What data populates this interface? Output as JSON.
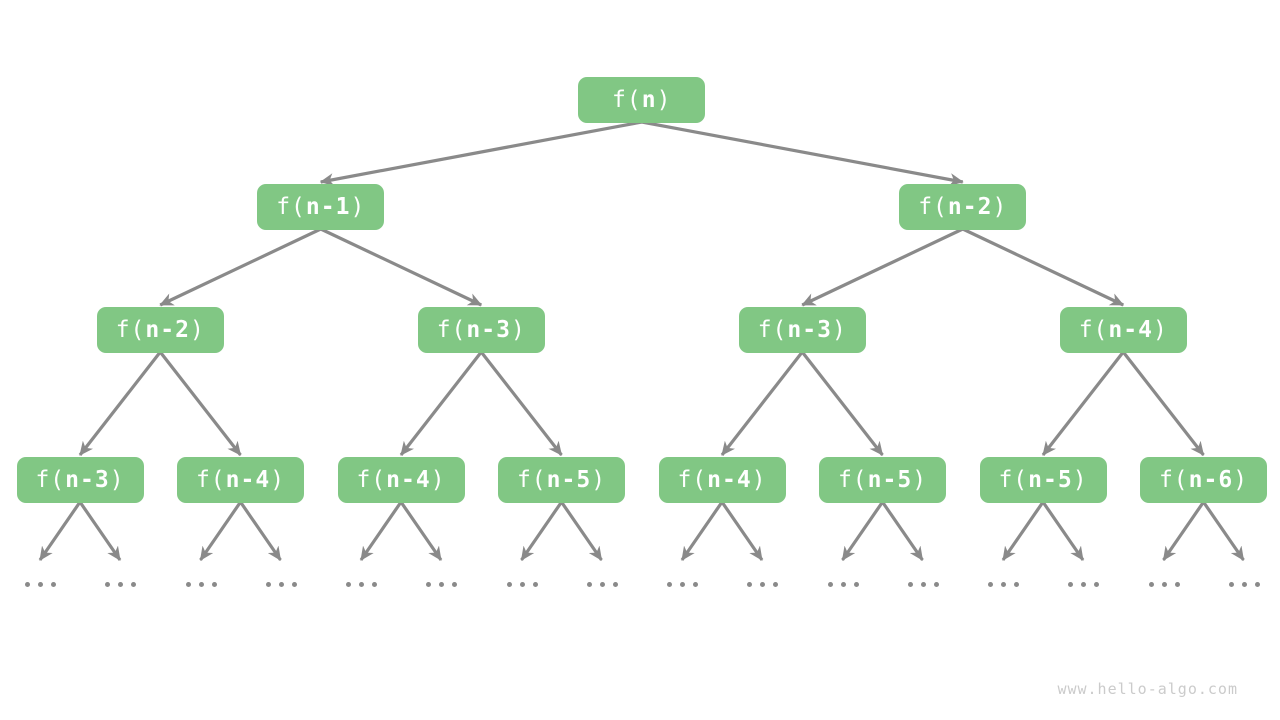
{
  "page": {
    "watermark": "www.hello-algo.com"
  },
  "colors": {
    "node_fill": "#81c784",
    "node_text": "#ffffff",
    "arrow": "#8a8a8a",
    "dots": "#8a8a8a",
    "watermark": "#cbcbcb"
  },
  "tree": {
    "description": "recursion tree of fibonacci-style calls",
    "levels": [
      {
        "nodes": [
          {
            "prefix": "f(",
            "arg": "n",
            "suffix": ")"
          }
        ]
      },
      {
        "nodes": [
          {
            "prefix": "f(",
            "arg": "n-1",
            "suffix": ")"
          },
          {
            "prefix": "f(",
            "arg": "n-2",
            "suffix": ")"
          }
        ]
      },
      {
        "nodes": [
          {
            "prefix": "f(",
            "arg": "n-2",
            "suffix": ")"
          },
          {
            "prefix": "f(",
            "arg": "n-3",
            "suffix": ")"
          },
          {
            "prefix": "f(",
            "arg": "n-3",
            "suffix": ")"
          },
          {
            "prefix": "f(",
            "arg": "n-4",
            "suffix": ")"
          }
        ]
      },
      {
        "nodes": [
          {
            "prefix": "f(",
            "arg": "n-3",
            "suffix": ")"
          },
          {
            "prefix": "f(",
            "arg": "n-4",
            "suffix": ")"
          },
          {
            "prefix": "f(",
            "arg": "n-4",
            "suffix": ")"
          },
          {
            "prefix": "f(",
            "arg": "n-5",
            "suffix": ")"
          },
          {
            "prefix": "f(",
            "arg": "n-4",
            "suffix": ")"
          },
          {
            "prefix": "f(",
            "arg": "n-5",
            "suffix": ")"
          },
          {
            "prefix": "f(",
            "arg": "n-5",
            "suffix": ")"
          },
          {
            "prefix": "f(",
            "arg": "n-6",
            "suffix": ")"
          }
        ]
      }
    ],
    "ellipsis_symbol": "...",
    "ellipsis_groups_per_leaf": 2
  }
}
